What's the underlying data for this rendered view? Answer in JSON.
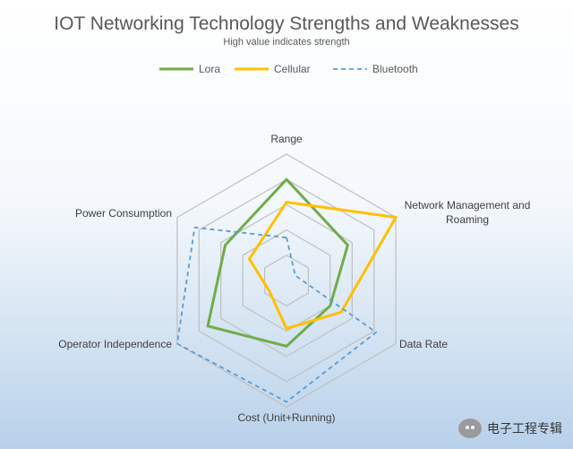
{
  "chart_data": {
    "type": "radar",
    "title": "IOT Networking Technology Strengths and Weaknesses",
    "subtitle": "High value indicates strength",
    "axes": [
      "Range",
      "Network Management and Roaming",
      "Data Rate",
      "Cost (Unit+Running)",
      "Operator Independence",
      "Power Consumption"
    ],
    "rmax": 5,
    "grid_levels": 5,
    "legend_position": "top",
    "series": [
      {
        "name": "Lora",
        "color": "#70ad47",
        "dash": false,
        "values": [
          4.0,
          2.8,
          2.0,
          2.6,
          3.6,
          2.8
        ]
      },
      {
        "name": "Cellular",
        "color": "#ffc000",
        "dash": false,
        "values": [
          3.1,
          5.0,
          2.5,
          1.9,
          0.8,
          1.7
        ]
      },
      {
        "name": "Bluetooth",
        "color": "#5b9bd5",
        "dash": true,
        "values": [
          1.7,
          0.4,
          4.1,
          4.8,
          5.0,
          4.2
        ]
      }
    ]
  },
  "watermark": {
    "text": "电子工程专辑",
    "icon": "wechat-icon"
  }
}
